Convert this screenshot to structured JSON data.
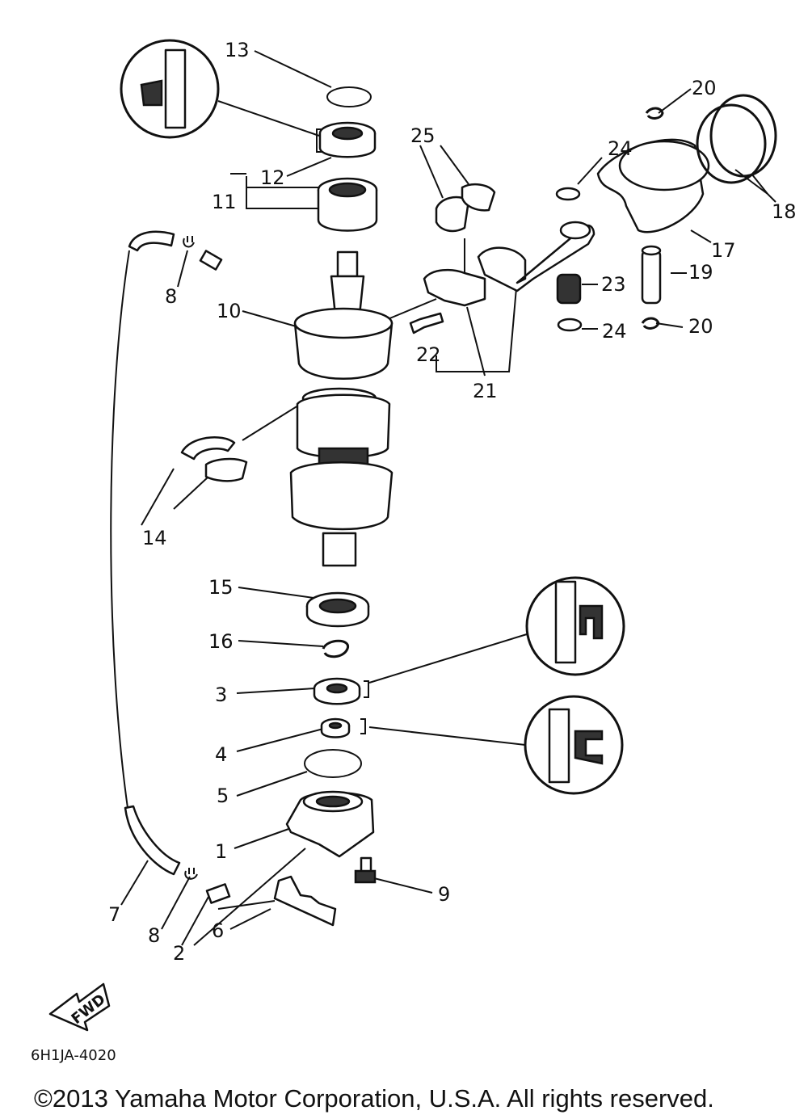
{
  "callouts": {
    "c1": "1",
    "c2": "2",
    "c3": "3",
    "c4": "4",
    "c5": "5",
    "c6": "6",
    "c7": "7",
    "c8a": "8",
    "c8b": "8",
    "c9": "9",
    "c10": "10",
    "c11": "11",
    "c12": "12",
    "c13": "13",
    "c14": "14",
    "c15": "15",
    "c16": "16",
    "c17": "17",
    "c18": "18",
    "c19": "19",
    "c20a": "20",
    "c20b": "20",
    "c21": "21",
    "c22": "22",
    "c23": "23",
    "c24a": "24",
    "c24b": "24",
    "c25": "25"
  },
  "fwd_label": "FWD",
  "diagram_code": "6H1JA-4020",
  "copyright": "©2013 Yamaha Motor Corporation, U.S.A. All rights reserved."
}
